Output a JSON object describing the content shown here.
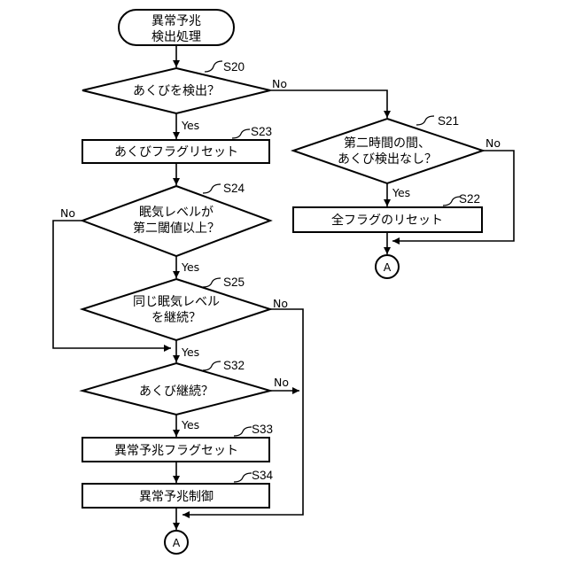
{
  "start": {
    "line1": "異常予兆",
    "line2": "検出処理"
  },
  "steps": {
    "s20": {
      "id": "S20",
      "text": "あくびを検出？"
    },
    "s21": {
      "id": "S21",
      "line1": "第二時間の間、",
      "line2": "あくび検出なし？"
    },
    "s22": {
      "id": "S22",
      "text": "全フラグのリセット"
    },
    "s23": {
      "id": "S23",
      "text": "あくびフラグリセット"
    },
    "s24": {
      "id": "S24",
      "line1": "眠気レベルが",
      "line2": "第二閾値以上？"
    },
    "s25": {
      "id": "S25",
      "line1": "同じ眠気レベル",
      "line2": "を継続？"
    },
    "s32": {
      "id": "S32",
      "text": "あくび継続？"
    },
    "s33": {
      "id": "S33",
      "text": "異常予兆フラグセット"
    },
    "s34": {
      "id": "S34",
      "text": "異常予兆制御"
    }
  },
  "branches": {
    "yes": "Yes",
    "no": "No"
  },
  "connector": "A"
}
